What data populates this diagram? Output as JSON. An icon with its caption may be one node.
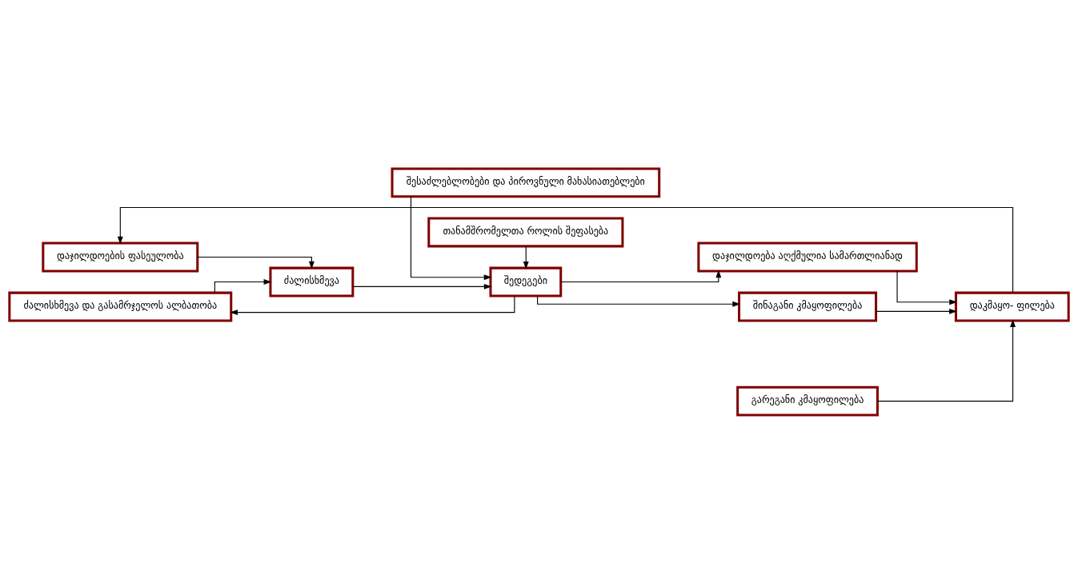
{
  "diagram": {
    "nodes": [
      {
        "text": [
          "დაჯილდოების ფასეულობა"
        ]
      },
      {
        "text": [
          "ძალისხმევა"
        ]
      },
      {
        "text": [
          "ძალისხმევა და გასამრჯელოს ალბათობა"
        ]
      },
      {
        "text": [
          "შესაძლებლობები და პიროვნული მახასიათებლები"
        ]
      },
      {
        "text": [
          "შედეგები"
        ]
      },
      {
        "text": [
          "თანამშრომელთა როლის შეფასება"
        ]
      },
      {
        "text": [
          "დაჯილდოება აღქმულია სამართლიანად"
        ]
      },
      {
        "text": [
          "შინაგანი კმაყოფილება"
        ]
      },
      {
        "text": [
          "გარეგანი კმაყოფილება"
        ]
      },
      {
        "text": [
          "დაკმაყო- ფილება"
        ]
      }
    ],
    "edges": [
      {
        "from": 0,
        "to": 1,
        "arrow": "to"
      },
      {
        "from": 2,
        "to": 1,
        "arrow": "to"
      },
      {
        "from": 1,
        "to": 4,
        "arrow": "to"
      },
      {
        "from": 3,
        "to": 4,
        "arrow": "to"
      },
      {
        "from": 5,
        "to": 4,
        "arrow": "to"
      },
      {
        "from": 4,
        "to": 6,
        "arrow": "to"
      },
      {
        "from": 4,
        "to": 7,
        "arrow": "to"
      },
      {
        "from": 4,
        "to": 2,
        "arrow": "to"
      },
      {
        "from": 6,
        "to": 9,
        "arrow": "to"
      },
      {
        "from": 7,
        "to": 9,
        "arrow": "to"
      },
      {
        "from": 8,
        "to": 9,
        "arrow": "to"
      },
      {
        "from": 9,
        "to": 0,
        "arrow": "to"
      }
    ]
  }
}
